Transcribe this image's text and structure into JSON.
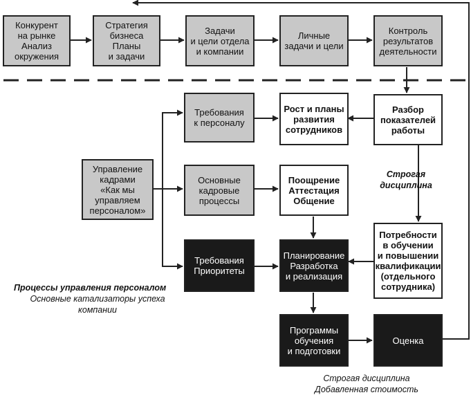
{
  "boxes": {
    "competitor": "Конкурент\nна рынке\nАнализ\nокружения",
    "strategy": "Стратегия\nбизнеса\nПланы\nи задачи",
    "dept_goals": "Задачи\nи цели отдела\nи компании",
    "personal_goals": "Личные\nзадачи и цели",
    "control": "Контроль\nрезультатов\nдеятельности",
    "staff_requirements": "Требования\nк персоналу",
    "growth_plans": "Рост и планы\nразвития\nсотрудников",
    "review": "Разбор\nпоказателей\nработы",
    "hr_management": "Управление\nкадрами\n«Как мы\nуправляем\nперсоналом»",
    "hr_processes": "Основные\nкадровые\nпроцессы",
    "encouragement": "Поощрение\nАттестация\nОбщение",
    "training_needs": "Потребности\nв обучении\nи повышении\nквалификации\n(отдельного\nсотрудника)",
    "requirements_priorities": "Требования\nПриоритеты",
    "planning": "Планирование\nРазработка\nи реализация",
    "programs": "Программы\nобучения\nи подготовки",
    "evaluation": "Оценка"
  },
  "notes": {
    "strict_discipline_1": "Строгая\nдисциплина",
    "processes_title": "Процессы управления персоналом",
    "processes_subtitle": "Основные катализаторы успеха\nкомпании",
    "strict_discipline_2": "Строгая дисциплина\nДобавленная стоимость"
  }
}
